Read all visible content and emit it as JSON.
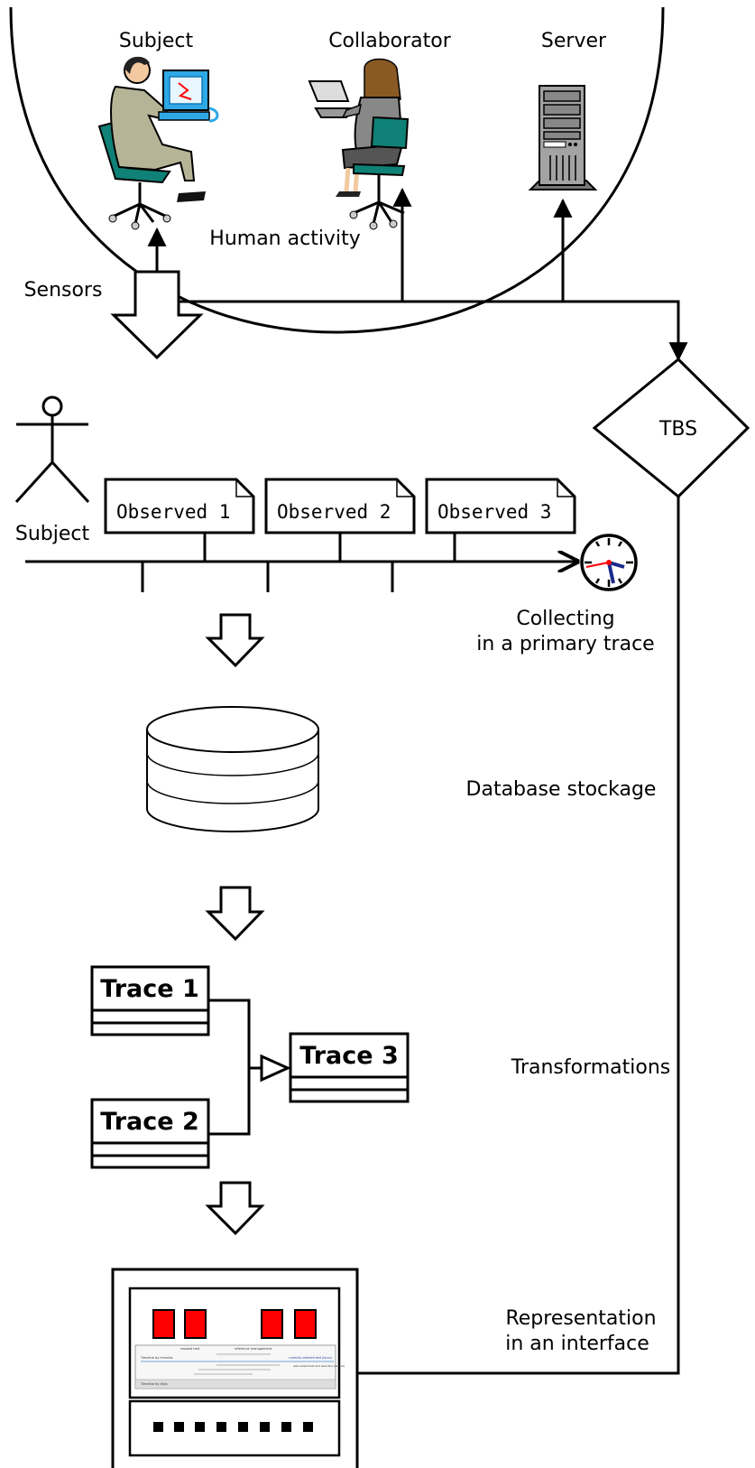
{
  "top": {
    "subject_label": "Subject",
    "collaborator_label": "Collaborator",
    "server_label": "Server",
    "activity_label": "Human activity",
    "sensors_label": "Sensors",
    "tbs_label": "TBS"
  },
  "collect": {
    "actor_label": "Subject",
    "observed": [
      "Observed 1",
      "Observed 2",
      "Observed 3"
    ],
    "caption_line1": "Collecting",
    "caption_line2": "in a primary trace"
  },
  "storage": {
    "caption": "Database stockage"
  },
  "transform": {
    "trace1": "Trace 1",
    "trace2": "Trace 2",
    "trace3": "Trace 3",
    "caption": "Transformations"
  },
  "interface": {
    "caption_line1": "Representation",
    "caption_line2": "in an interface",
    "mini_title": "request text",
    "mini_heading": "reference management",
    "mini_row1": "Timeline by minutes",
    "mini_row2": "Timeline by days",
    "mini_right1": "currently selected text (focus)",
    "mini_right2": "last loaded text and selected (callout)"
  },
  "colors": {
    "ink": "#000000",
    "chair": "#0f8176",
    "suit": "#b5b496",
    "hair": "#8a5a24",
    "monitor": "#2fa8e6",
    "server": "#a3a3a3",
    "red": "#ff0000",
    "clock_hand": "#1a2a8a"
  }
}
